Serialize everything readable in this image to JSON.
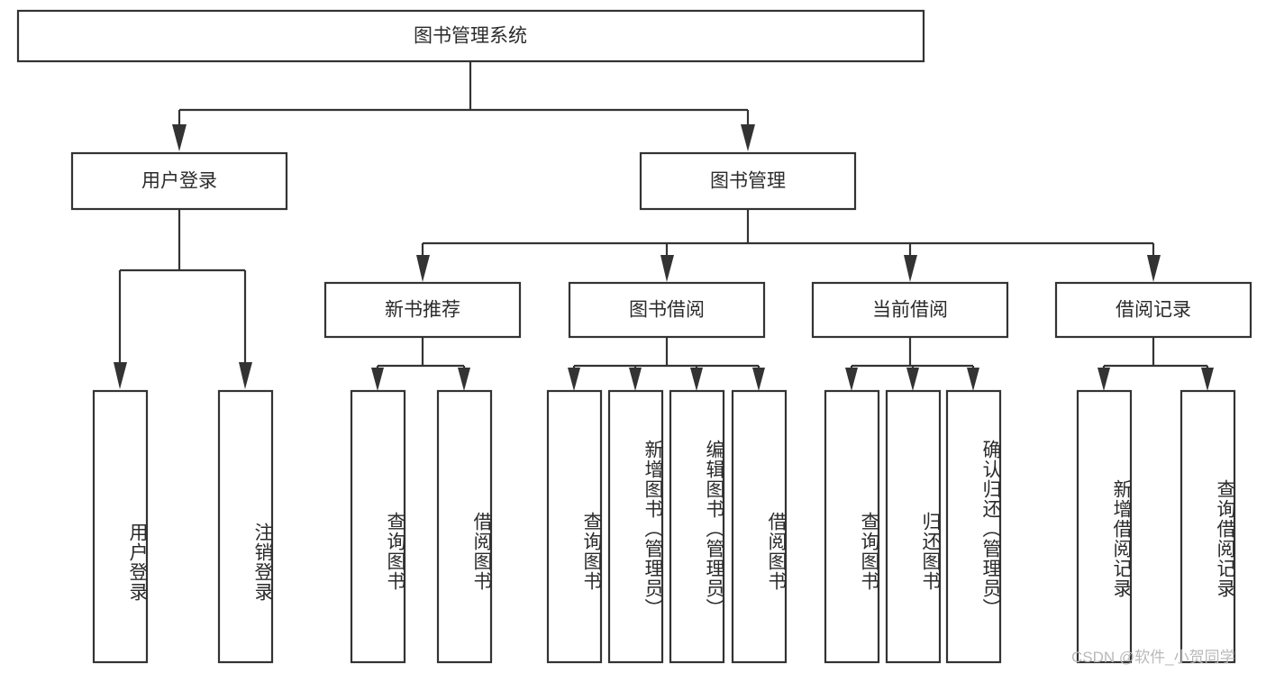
{
  "diagram": {
    "type": "tree-hierarchy-chart",
    "title": "图书管理系统",
    "orientation": "top-down",
    "colors": {
      "box_fill": "#ffffff",
      "box_stroke": "#333333",
      "text": "#2b2b2b",
      "background": "#ffffff",
      "watermark": "#b9b9b9"
    },
    "levels": {
      "level1": {
        "nodes": [
          {
            "id": "root",
            "label": "图书管理系统",
            "orientation": "horizontal"
          }
        ]
      },
      "level2": {
        "nodes": [
          {
            "id": "user-login",
            "label": "用户登录",
            "orientation": "horizontal"
          },
          {
            "id": "book-manage",
            "label": "图书管理",
            "orientation": "horizontal"
          }
        ]
      },
      "level3": {
        "nodes": [
          {
            "id": "new-book-recommend",
            "label": "新书推荐",
            "orientation": "horizontal"
          },
          {
            "id": "book-borrow",
            "label": "图书借阅",
            "orientation": "horizontal"
          },
          {
            "id": "current-borrow",
            "label": "当前借阅",
            "orientation": "horizontal"
          },
          {
            "id": "borrow-record",
            "label": "借阅记录",
            "orientation": "horizontal"
          }
        ]
      },
      "level4": {
        "nodes": [
          {
            "id": "leaf-user-login",
            "label": "用户登录",
            "orientation": "vertical",
            "parent": "user-login"
          },
          {
            "id": "leaf-logout-login",
            "label": "注销登录",
            "orientation": "vertical",
            "parent": "user-login"
          },
          {
            "id": "leaf-query-book-1",
            "label": "查询图书",
            "orientation": "vertical",
            "parent": "new-book-recommend"
          },
          {
            "id": "leaf-borrow-book-1",
            "label": "借阅图书",
            "orientation": "vertical",
            "parent": "new-book-recommend"
          },
          {
            "id": "leaf-query-book-2",
            "label": "查询图书",
            "orientation": "vertical",
            "parent": "book-borrow"
          },
          {
            "id": "leaf-add-book",
            "label": "新增图书（管理员）",
            "orientation": "vertical",
            "parent": "book-borrow"
          },
          {
            "id": "leaf-edit-book",
            "label": "编辑图书（管理员）",
            "orientation": "vertical",
            "parent": "book-borrow"
          },
          {
            "id": "leaf-borrow-book-2",
            "label": "借阅图书",
            "orientation": "vertical",
            "parent": "book-borrow"
          },
          {
            "id": "leaf-query-book-3",
            "label": "查询图书",
            "orientation": "vertical",
            "parent": "current-borrow"
          },
          {
            "id": "leaf-return-book",
            "label": "归还图书",
            "orientation": "vertical",
            "parent": "current-borrow"
          },
          {
            "id": "leaf-confirm-return",
            "label": "确认归还（管理员）",
            "orientation": "vertical",
            "parent": "current-borrow"
          },
          {
            "id": "leaf-add-record",
            "label": "新增借阅记录",
            "orientation": "vertical",
            "parent": "borrow-record"
          },
          {
            "id": "leaf-query-record",
            "label": "查询借阅记录",
            "orientation": "vertical",
            "parent": "borrow-record"
          }
        ]
      }
    }
  },
  "watermark": {
    "text": "CSDN @软件_小贺同学"
  }
}
